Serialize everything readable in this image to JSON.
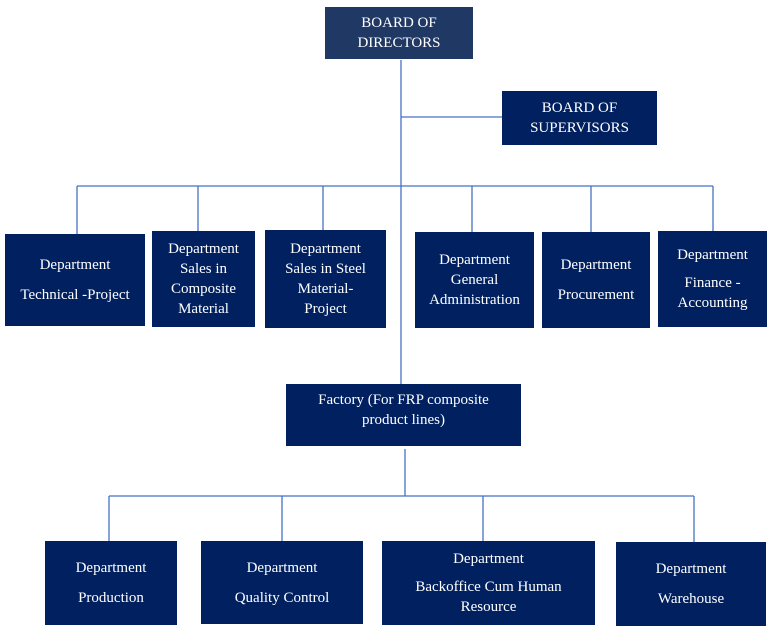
{
  "colors": {
    "box_fill": "#002060",
    "top_box_fill": "#203864",
    "connector": "#4472c4",
    "text": "#ffffff"
  },
  "board_of_directors": {
    "lines": [
      "BOARD OF",
      "DIRECTORS"
    ]
  },
  "board_of_supervisors": {
    "lines": [
      "BOARD OF",
      "SUPERVISORS"
    ]
  },
  "departments_row1": [
    {
      "lines": [
        "Department",
        "Technical -Project"
      ]
    },
    {
      "lines": [
        "Department",
        "Sales in",
        "Composite",
        "Material"
      ]
    },
    {
      "lines": [
        "Department",
        "Sales in Steel",
        "Material-",
        "Project"
      ]
    },
    {
      "lines": [
        "Department",
        "General",
        "Administration"
      ]
    },
    {
      "lines": [
        "Department",
        "Procurement"
      ]
    },
    {
      "lines": [
        "Department",
        "Finance -",
        "Accounting"
      ]
    }
  ],
  "factory": {
    "lines": [
      "Factory (For FRP composite",
      "product lines)"
    ]
  },
  "departments_row2": [
    {
      "lines": [
        "Department",
        "Production"
      ]
    },
    {
      "lines": [
        "Department",
        "Quality Control"
      ]
    },
    {
      "lines": [
        "Department",
        "Backoffice Cum Human",
        "Resource"
      ]
    },
    {
      "lines": [
        "Department",
        "Warehouse"
      ]
    }
  ]
}
